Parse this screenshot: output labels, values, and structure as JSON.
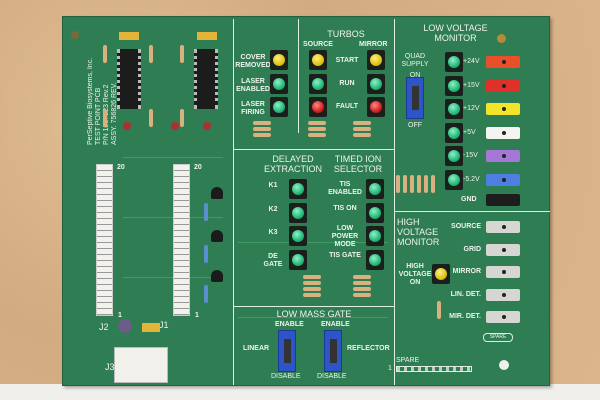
{
  "board_info": [
    "PerSeptive Biosystems, Inc.",
    "TEST POINT PCB",
    "P/N 1087823 Rev.2",
    "ASSY. 756826 REV.___"
  ],
  "status_panel": {
    "labels": [
      "COVER REMOVED",
      "LASER ENABLED",
      "LASER FIRING"
    ],
    "led_colors": [
      "yellow",
      "green",
      "green"
    ]
  },
  "turbos": {
    "title": "TURBOS",
    "source": "SOURCE",
    "mirror": "MIRROR",
    "states": [
      "START",
      "RUN",
      "FAULT"
    ],
    "led_colors": [
      "yellow",
      "green",
      "red"
    ]
  },
  "low_voltage_monitor": {
    "title": "LOW VOLTAGE MONITOR",
    "switch_label": "QUAD SUPPLY",
    "switch_on": "ON",
    "switch_off": "OFF",
    "rails": [
      {
        "label": "+24V",
        "color": "#e8502a"
      },
      {
        "label": "+15V",
        "color": "#e0302a"
      },
      {
        "label": "+12V",
        "color": "#f2e42a"
      },
      {
        "label": "+5V",
        "color": "#f4f4f0"
      },
      {
        "label": "-15V",
        "color": "#a577d6"
      },
      {
        "label": "-5.2V",
        "color": "#4d7ee0"
      }
    ],
    "gnd": "GND"
  },
  "delayed_extraction": {
    "title": "DELAYED EXTRACTION",
    "labels": [
      "K1",
      "K2",
      "K3",
      "DE GATE"
    ]
  },
  "timed_ion_selector": {
    "title": "TIMED ION SELECTOR",
    "labels": [
      "TIS ENABLED",
      "TIS ON",
      "LOW POWER MODE",
      "TIS GATE"
    ]
  },
  "high_voltage_monitor": {
    "title": "HIGH VOLTAGE MONITOR",
    "led_label": "HIGH VOLTAGE ON",
    "points": [
      "SOURCE",
      "GRID",
      "MIRROR",
      "LIN. DET.",
      "MIR. DET."
    ],
    "spare_jack": "SPARE"
  },
  "low_mass_gate": {
    "title": "LOW MASS GATE",
    "enable": "ENABLE",
    "disable": "DISABLE",
    "left": "LINEAR",
    "right": "REFLECTOR"
  },
  "connectors": {
    "j1": "J1",
    "j2": "J2",
    "j3": "J3",
    "pin_high": "20",
    "pin_low": "1",
    "spare": "SPARE"
  }
}
